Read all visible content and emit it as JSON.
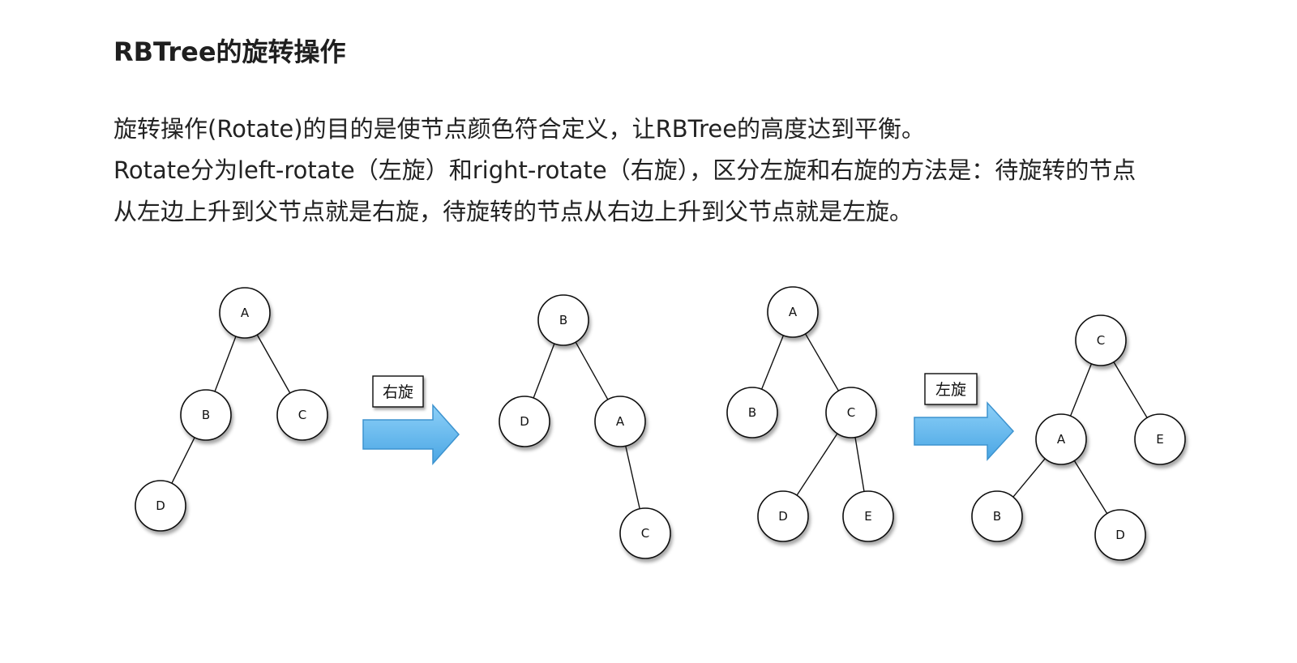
{
  "document": {
    "title": "RBTree的旋转操作",
    "paragraph_lines": [
      "旋转操作(Rotate)的目的是使节点颜色符合定义，让RBTree的高度达到平衡。",
      "Rotate分为left-rotate（左旋）和right-rotate（右旋），区分左旋和右旋的方法是：待旋转的节点",
      "从左边上升到父节点就是右旋，待旋转的节点从右边上升到父节点就是左旋。"
    ]
  },
  "figure": {
    "colors": {
      "arrow_fill": "#6bbcf0",
      "arrow_stroke": "#3d93cf",
      "node_stroke": "#111111"
    },
    "right_rotate": {
      "label": "右旋",
      "before": {
        "nodes": [
          "A",
          "B",
          "C",
          "D"
        ],
        "edges": [
          [
            "A",
            "B"
          ],
          [
            "A",
            "C"
          ],
          [
            "B",
            "D"
          ]
        ]
      },
      "after": {
        "nodes": [
          "B",
          "D",
          "A",
          "C"
        ],
        "edges": [
          [
            "B",
            "D"
          ],
          [
            "B",
            "A"
          ],
          [
            "A",
            "C"
          ]
        ]
      }
    },
    "left_rotate": {
      "label": "左旋",
      "before": {
        "nodes": [
          "A",
          "B",
          "C",
          "D",
          "E"
        ],
        "edges": [
          [
            "A",
            "B"
          ],
          [
            "A",
            "C"
          ],
          [
            "C",
            "D"
          ],
          [
            "C",
            "E"
          ]
        ]
      },
      "after": {
        "nodes": [
          "C",
          "A",
          "E",
          "B",
          "D"
        ],
        "edges": [
          [
            "C",
            "A"
          ],
          [
            "C",
            "E"
          ],
          [
            "A",
            "B"
          ],
          [
            "A",
            "D"
          ]
        ]
      }
    }
  }
}
